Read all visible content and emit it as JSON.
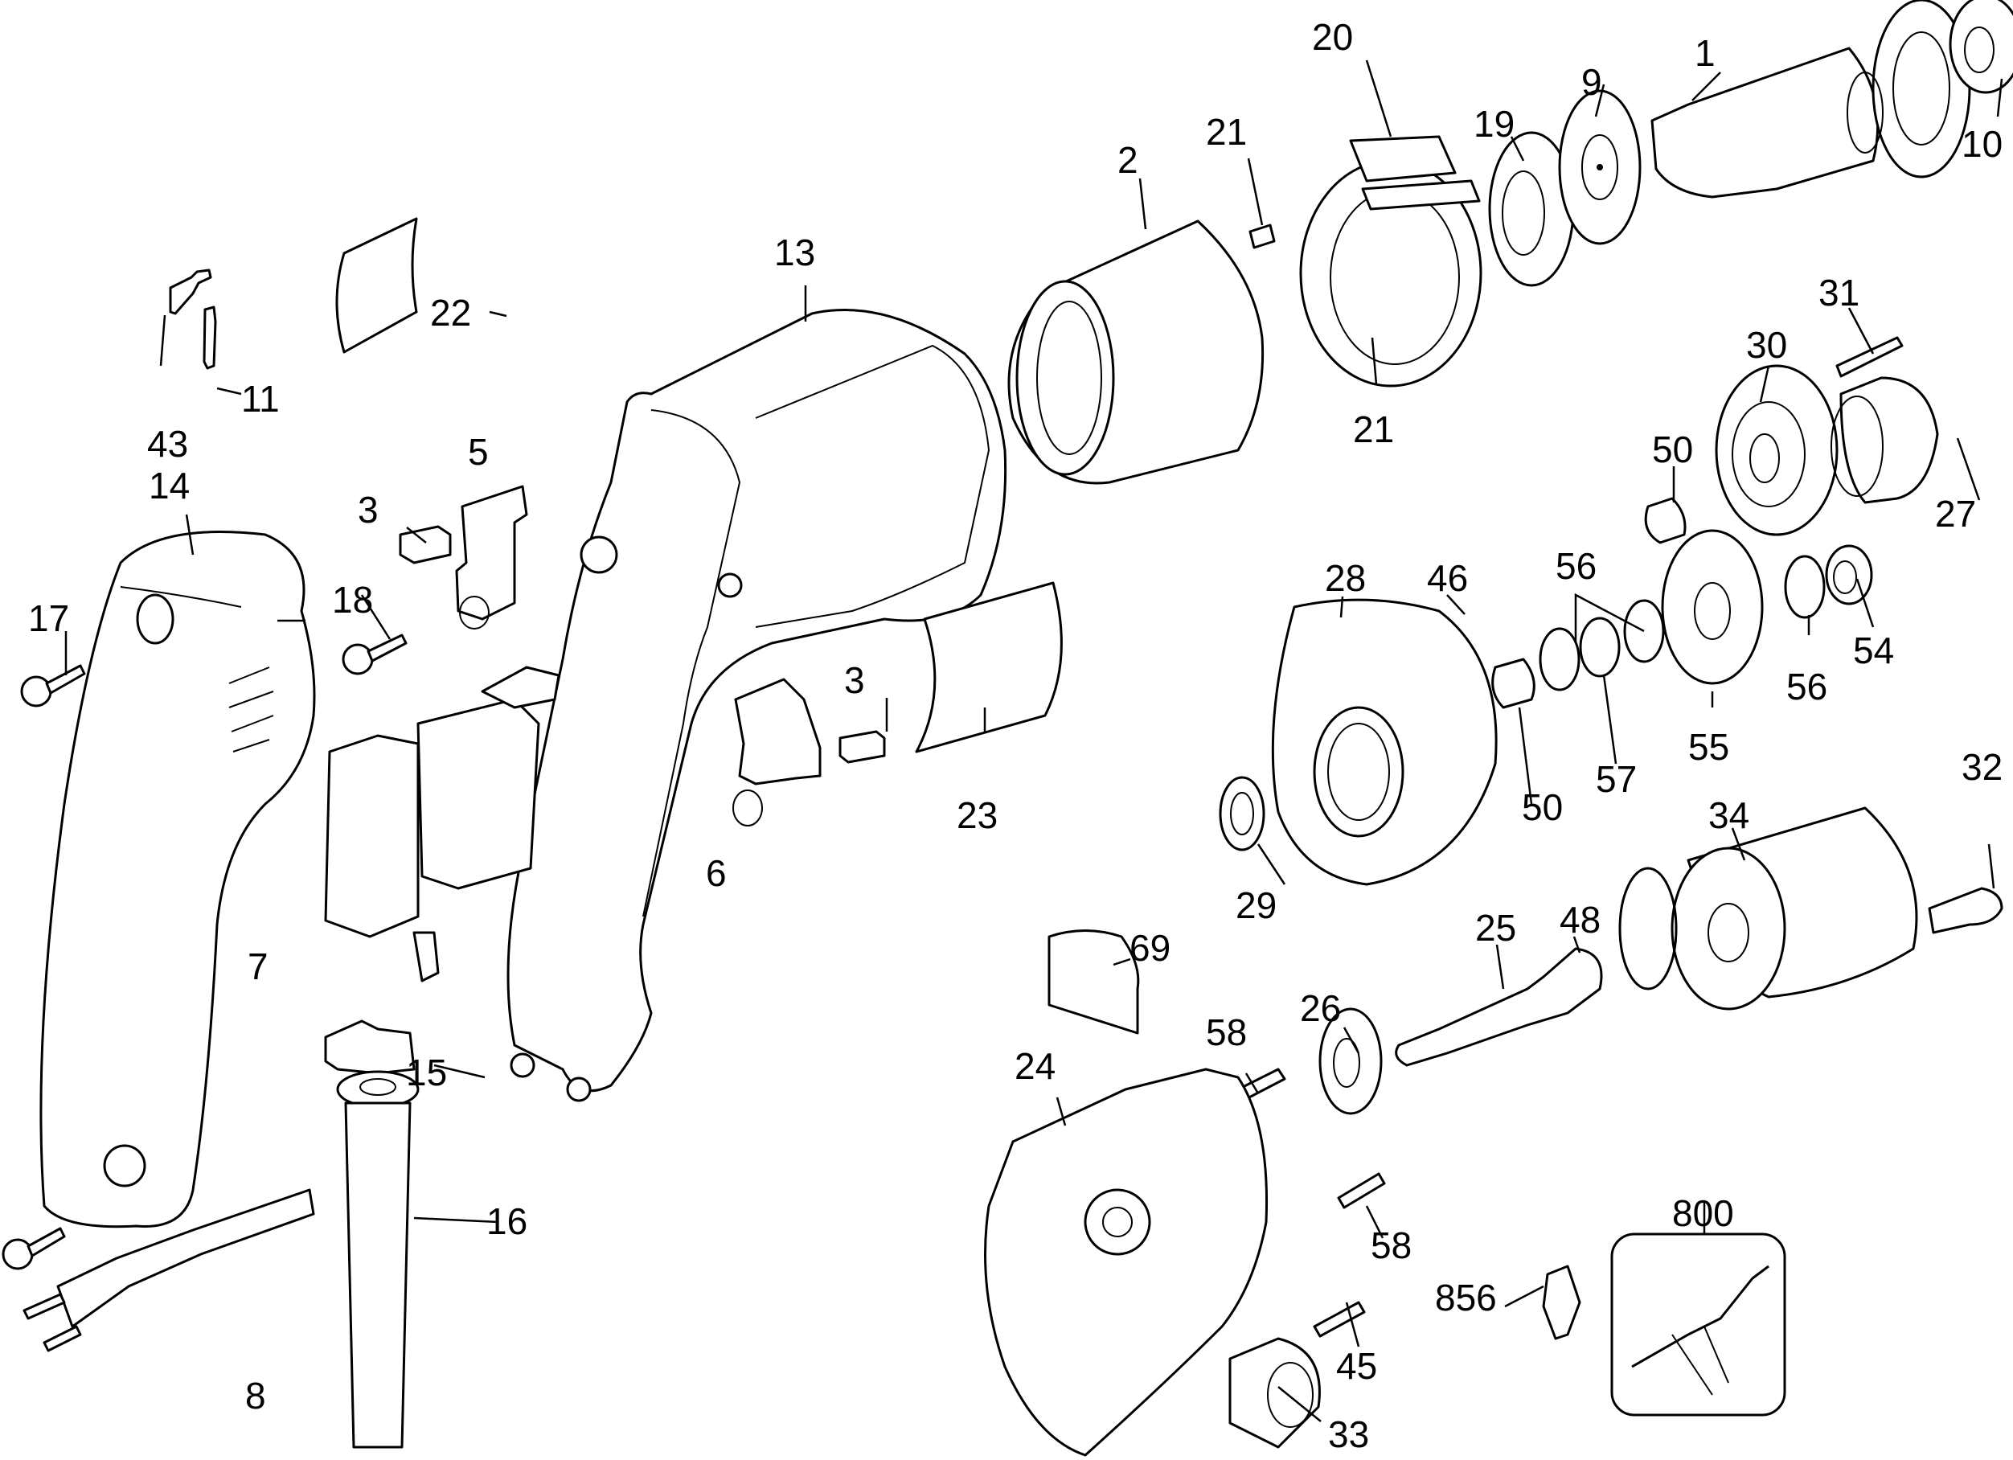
{
  "diagram": {
    "title": "Power drill exploded parts diagram",
    "colors": {
      "line": "#000000",
      "background": "#ffffff"
    },
    "callouts": [
      {
        "id": "c1",
        "label": "1"
      },
      {
        "id": "c2",
        "label": "2"
      },
      {
        "id": "c3a",
        "label": "3"
      },
      {
        "id": "c3b",
        "label": "3"
      },
      {
        "id": "c5",
        "label": "5"
      },
      {
        "id": "c6",
        "label": "6"
      },
      {
        "id": "c7",
        "label": "7"
      },
      {
        "id": "c8",
        "label": "8"
      },
      {
        "id": "c9",
        "label": "9"
      },
      {
        "id": "c10",
        "label": "10"
      },
      {
        "id": "c11",
        "label": "11"
      },
      {
        "id": "c13",
        "label": "13"
      },
      {
        "id": "c14",
        "label": "14"
      },
      {
        "id": "c15",
        "label": "15"
      },
      {
        "id": "c16",
        "label": "16"
      },
      {
        "id": "c17",
        "label": "17"
      },
      {
        "id": "c18",
        "label": "18"
      },
      {
        "id": "c19",
        "label": "19"
      },
      {
        "id": "c20",
        "label": "20"
      },
      {
        "id": "c21a",
        "label": "21"
      },
      {
        "id": "c21b",
        "label": "21"
      },
      {
        "id": "c22",
        "label": "22"
      },
      {
        "id": "c23",
        "label": "23"
      },
      {
        "id": "c24",
        "label": "24"
      },
      {
        "id": "c25",
        "label": "25"
      },
      {
        "id": "c26",
        "label": "26"
      },
      {
        "id": "c27",
        "label": "27"
      },
      {
        "id": "c28",
        "label": "28"
      },
      {
        "id": "c29",
        "label": "29"
      },
      {
        "id": "c30",
        "label": "30"
      },
      {
        "id": "c31",
        "label": "31"
      },
      {
        "id": "c32",
        "label": "32"
      },
      {
        "id": "c33",
        "label": "33"
      },
      {
        "id": "c34",
        "label": "34"
      },
      {
        "id": "c43",
        "label": "43"
      },
      {
        "id": "c45",
        "label": "45"
      },
      {
        "id": "c46",
        "label": "46"
      },
      {
        "id": "c48",
        "label": "48"
      },
      {
        "id": "c50a",
        "label": "50"
      },
      {
        "id": "c50b",
        "label": "50"
      },
      {
        "id": "c54",
        "label": "54"
      },
      {
        "id": "c55",
        "label": "55"
      },
      {
        "id": "c56a",
        "label": "56"
      },
      {
        "id": "c56b",
        "label": "56"
      },
      {
        "id": "c57",
        "label": "57"
      },
      {
        "id": "c58a",
        "label": "58"
      },
      {
        "id": "c58b",
        "label": "58"
      },
      {
        "id": "c69",
        "label": "69"
      },
      {
        "id": "c800",
        "label": "800"
      },
      {
        "id": "c856",
        "label": "856"
      }
    ]
  }
}
